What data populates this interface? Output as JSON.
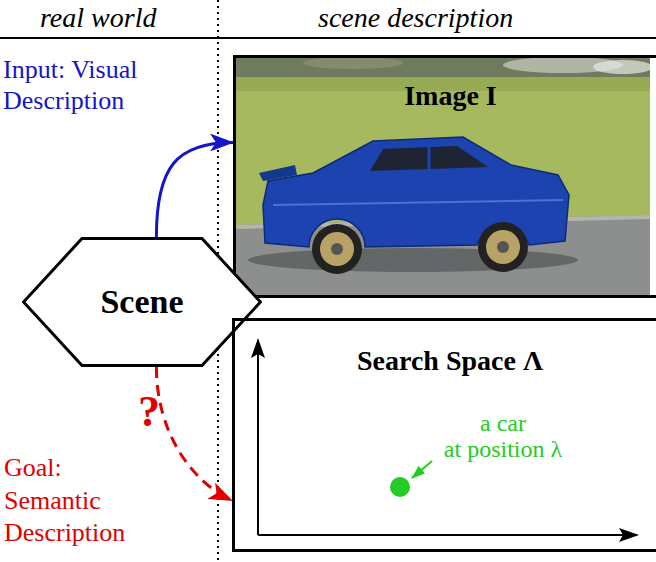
{
  "diagram": {
    "nodes": [
      {
        "text": [
          "Image I"
        ]
      },
      {
        "text": [
          "Scene"
        ]
      },
      {
        "text": [
          "Search Space Λ"
        ]
      }
    ],
    "edges": [
      {
        "from": 1,
        "to": 0,
        "arrow": "to"
      },
      {
        "from": 1,
        "to": 2,
        "arrow": "to"
      }
    ],
    "labels": [
      "real world",
      "scene description",
      "Input: Visual Description",
      "?",
      "Goal: Semantic Description",
      "a car at position λ"
    ]
  }
}
